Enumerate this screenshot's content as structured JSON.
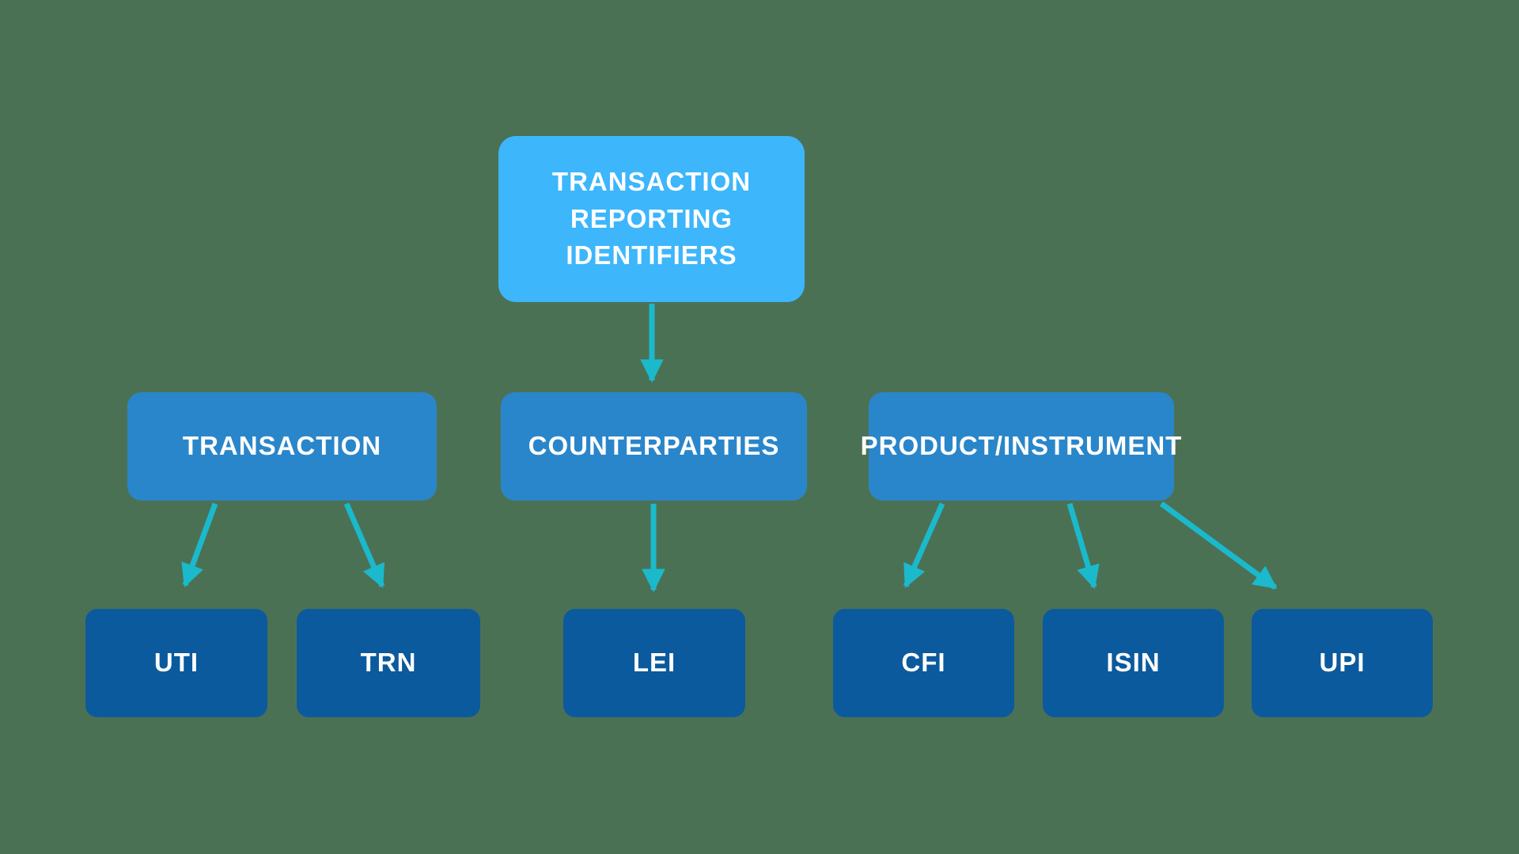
{
  "diagram": {
    "root": {
      "label": "TRANSACTION REPORTING IDENTIFIERS"
    },
    "level2": [
      {
        "label": "TRANSACTION"
      },
      {
        "label": "COUNTERPARTIES"
      },
      {
        "label": "PRODUCT/INSTRUMENT"
      }
    ],
    "level3": [
      {
        "label": "UTI"
      },
      {
        "label": "TRN"
      },
      {
        "label": "LEI"
      },
      {
        "label": "CFI"
      },
      {
        "label": "ISIN"
      },
      {
        "label": "UPI"
      }
    ],
    "edges": [
      {
        "from": "TRANSACTION REPORTING IDENTIFIERS",
        "to": "COUNTERPARTIES"
      },
      {
        "from": "TRANSACTION",
        "to": "UTI"
      },
      {
        "from": "TRANSACTION",
        "to": "TRN"
      },
      {
        "from": "COUNTERPARTIES",
        "to": "LEI"
      },
      {
        "from": "PRODUCT/INSTRUMENT",
        "to": "CFI"
      },
      {
        "from": "PRODUCT/INSTRUMENT",
        "to": "ISIN"
      },
      {
        "from": "PRODUCT/INSTRUMENT",
        "to": "UPI"
      }
    ]
  },
  "colors": {
    "background": "#4b7155",
    "node-root": "#3db6fc",
    "node-mid": "#2a86ca",
    "node-leaf": "#0b5a9d",
    "arrow": "#1bb9cc",
    "text": "#ffffff"
  }
}
